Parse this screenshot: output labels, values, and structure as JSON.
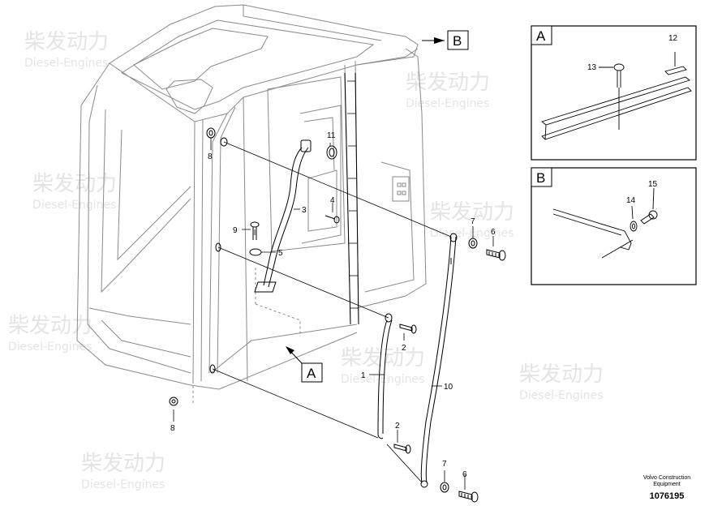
{
  "watermark": {
    "cn": "柴发动力",
    "en": "Diesel-Engines"
  },
  "callouts": {
    "1": "1",
    "2": "2",
    "3": "3",
    "4": "4",
    "5": "5",
    "6": "6",
    "7": "7",
    "8": "8",
    "9": "9",
    "10": "10",
    "11": "11",
    "12": "12",
    "13": "13",
    "14": "14",
    "15": "15"
  },
  "detail_labels": {
    "A": "A",
    "B": "B"
  },
  "footer": {
    "brand_line1": "Volvo Construction",
    "brand_line2": "Equipment",
    "drawing_number": "1076195"
  }
}
